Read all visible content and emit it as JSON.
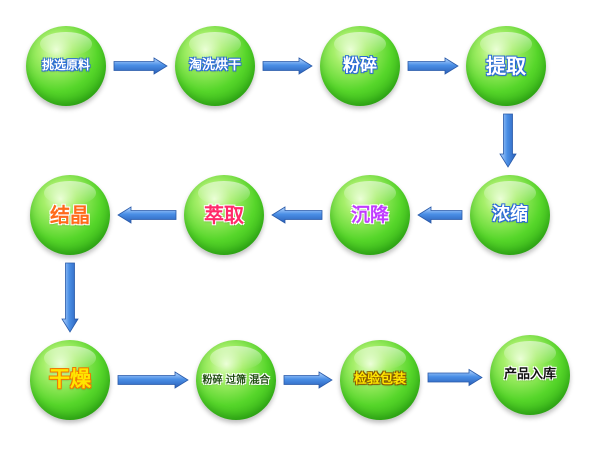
{
  "diagram": {
    "nodes": [
      {
        "id": "n1",
        "label": "挑选原料",
        "color": "#ffffff",
        "size": 12,
        "outline": "#2b6bd6"
      },
      {
        "id": "n2",
        "label": "淘洗烘干",
        "color": "#ffffff",
        "size": 13,
        "outline": "#2b6bd6"
      },
      {
        "id": "n3",
        "label": "粉碎",
        "color": "#ffffff",
        "size": 17,
        "outline": "#2b6bd6"
      },
      {
        "id": "n4",
        "label": "提取",
        "color": "#ffffff",
        "size": 20,
        "outline": "#2b6bd6"
      },
      {
        "id": "n5",
        "label": "浓缩",
        "color": "#ffffff",
        "size": 18,
        "outline": "#2b6bd6"
      },
      {
        "id": "n6",
        "label": "沉降",
        "color": "#c03cff",
        "size": 19,
        "outline": "#ffffff"
      },
      {
        "id": "n7",
        "label": "萃取",
        "color": "#ff2a6a",
        "size": 20,
        "outline": "#ffffff"
      },
      {
        "id": "n8",
        "label": "结晶",
        "color": "#ff6a1a",
        "size": 20,
        "outline": "#ffffff"
      },
      {
        "id": "n9",
        "label": "干燥",
        "color": "#ffe600",
        "size": 21,
        "outline": "#f07800"
      },
      {
        "id": "n10",
        "label": "粉碎 过筛 混合",
        "color": "#1f4d10",
        "size": 10,
        "outline": "#ffffff"
      },
      {
        "id": "n11",
        "label": "检验包装",
        "color": "#ffe600",
        "size": 13,
        "outline": "#8a5a00"
      },
      {
        "id": "n12",
        "label": "产品入库",
        "color": "#111111",
        "size": 13,
        "outline": "#ffffff"
      }
    ],
    "edges": [
      {
        "from": "n1",
        "to": "n2"
      },
      {
        "from": "n2",
        "to": "n3"
      },
      {
        "from": "n3",
        "to": "n4"
      },
      {
        "from": "n4",
        "to": "n5"
      },
      {
        "from": "n5",
        "to": "n6"
      },
      {
        "from": "n6",
        "to": "n7"
      },
      {
        "from": "n7",
        "to": "n8"
      },
      {
        "from": "n8",
        "to": "n9"
      },
      {
        "from": "n9",
        "to": "n10"
      },
      {
        "from": "n10",
        "to": "n11"
      },
      {
        "from": "n11",
        "to": "n12"
      }
    ],
    "arrow_color": "#3c7fd8",
    "node_color": "#4fd224"
  }
}
